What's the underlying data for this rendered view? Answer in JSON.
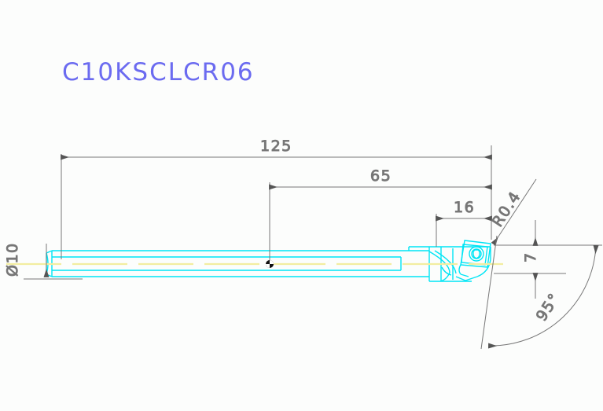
{
  "drawing": {
    "title": "C10KSCLCR06",
    "title_color": "#6b6bf0",
    "background_color": "#fcfdfc",
    "part_color": "#00e5f5",
    "centerline_color": "#f5f0a0",
    "dimension_color": "#777777",
    "dimensions": {
      "overall_length": "125",
      "center_to_end": "65",
      "head_length": "16",
      "shank_diameter": "Ø10",
      "corner_radius": "R0.4",
      "cutting_height": "7",
      "lead_angle": "95°"
    }
  }
}
